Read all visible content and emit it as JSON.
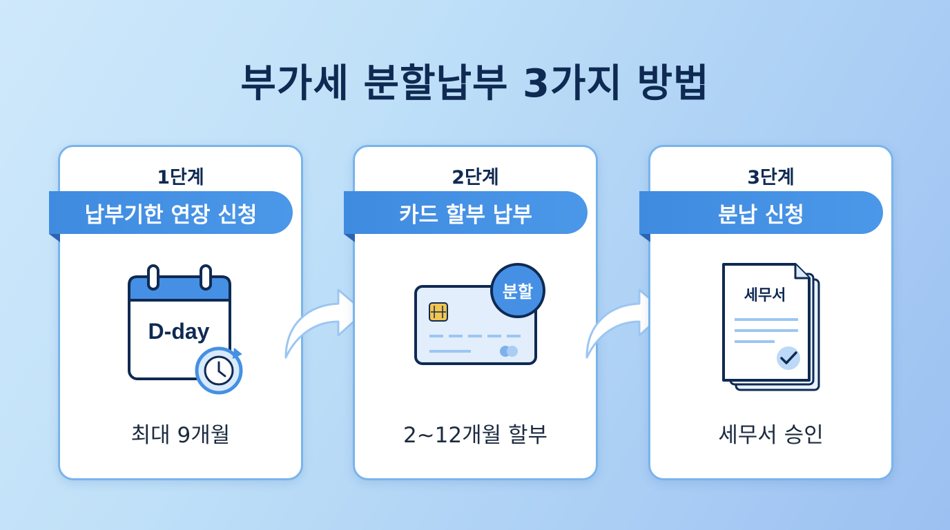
{
  "title": "부가세 분할납부 3가지 방법",
  "steps": [
    {
      "step": "1단계",
      "ribbon": "납부기한 연장 신청",
      "caption": "최대 9개월",
      "icon": "calendar-dday-icon",
      "icon_text": "D-day"
    },
    {
      "step": "2단계",
      "ribbon": "카드 할부 납부",
      "caption": "2~12개월 할부",
      "icon": "credit-card-icon",
      "icon_text": "분할"
    },
    {
      "step": "3단계",
      "ribbon": "분납 신청",
      "caption": "세무서 승인",
      "icon": "tax-document-icon",
      "icon_text": "세무서"
    }
  ],
  "colors": {
    "accent": "#4590e4",
    "title": "#0f2a52",
    "card_border": "#79b4ec"
  }
}
